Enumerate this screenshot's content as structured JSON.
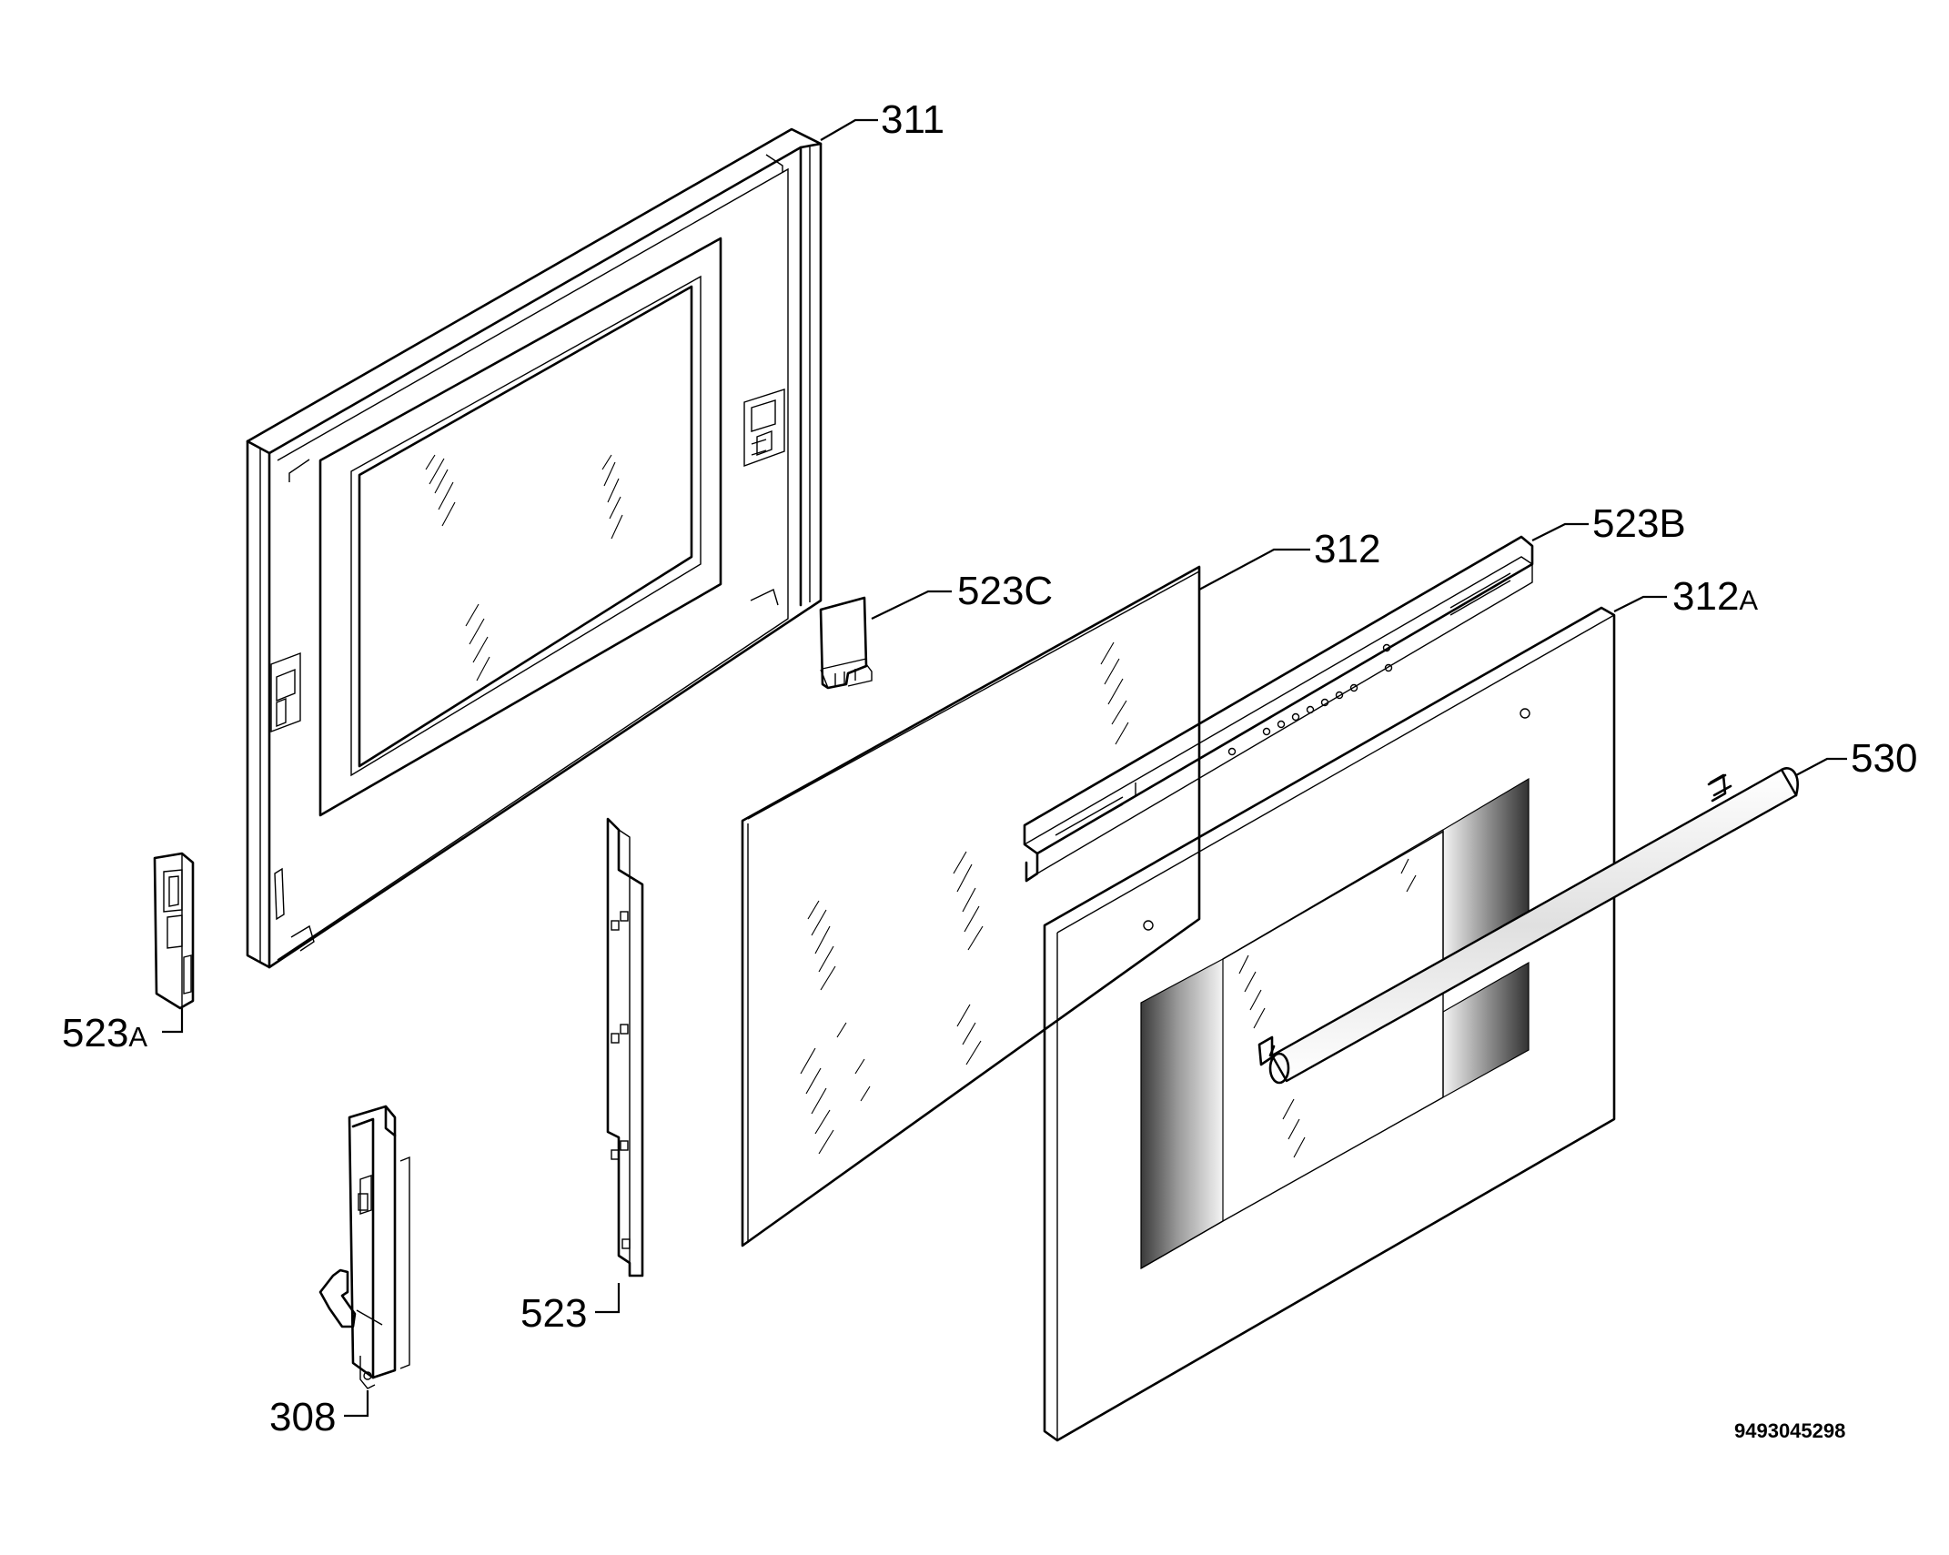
{
  "diagram": {
    "document_code": "9493045298",
    "callouts": [
      {
        "id": "311",
        "main": "311",
        "suffix": ""
      },
      {
        "id": "523C",
        "main": "523C",
        "suffix": ""
      },
      {
        "id": "312",
        "main": "312",
        "suffix": ""
      },
      {
        "id": "523B",
        "main": "523B",
        "suffix": ""
      },
      {
        "id": "312A",
        "main": "312",
        "suffix": "A"
      },
      {
        "id": "530",
        "main": "530",
        "suffix": ""
      },
      {
        "id": "523A",
        "main": "523",
        "suffix": "A"
      },
      {
        "id": "523",
        "main": "523",
        "suffix": ""
      },
      {
        "id": "308",
        "main": "308",
        "suffix": ""
      }
    ]
  }
}
